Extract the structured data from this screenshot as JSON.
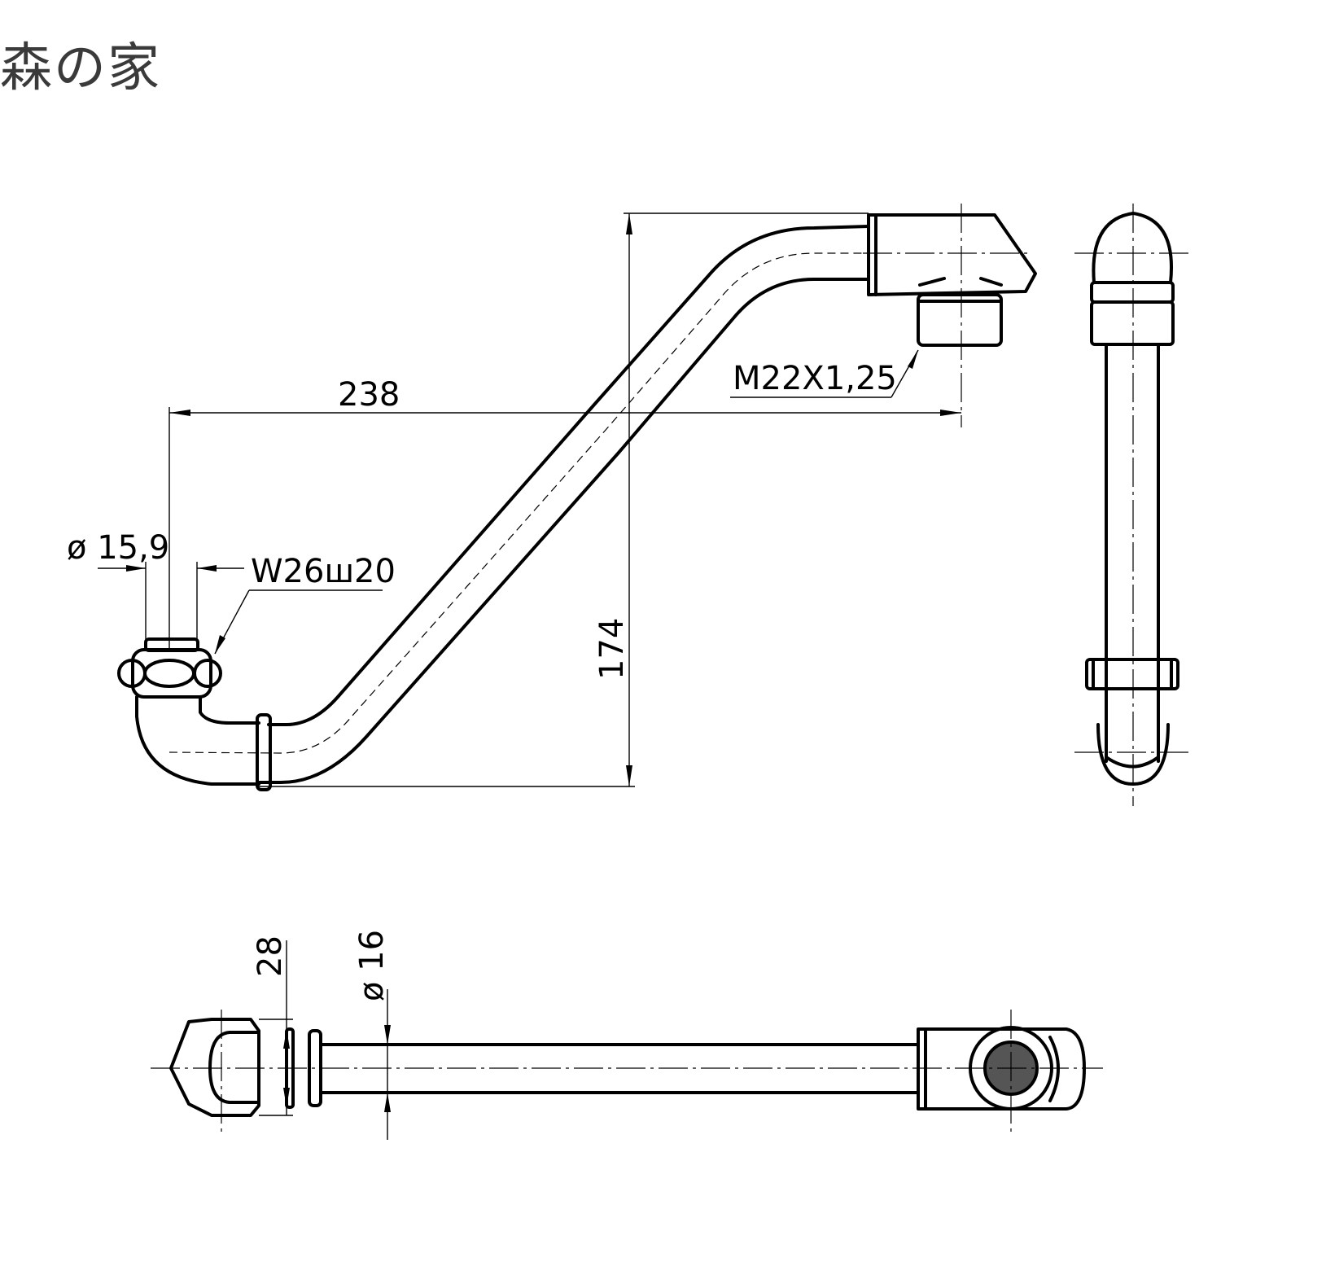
{
  "logo_text": "森の家",
  "dimensions": {
    "length": "238",
    "height": "174",
    "outlet_thread": "M22X1,25",
    "inlet_diameter": "ø 15,9",
    "inlet_thread": "W26ш20",
    "nut_width": "28",
    "pipe_diameter": "ø 16"
  }
}
